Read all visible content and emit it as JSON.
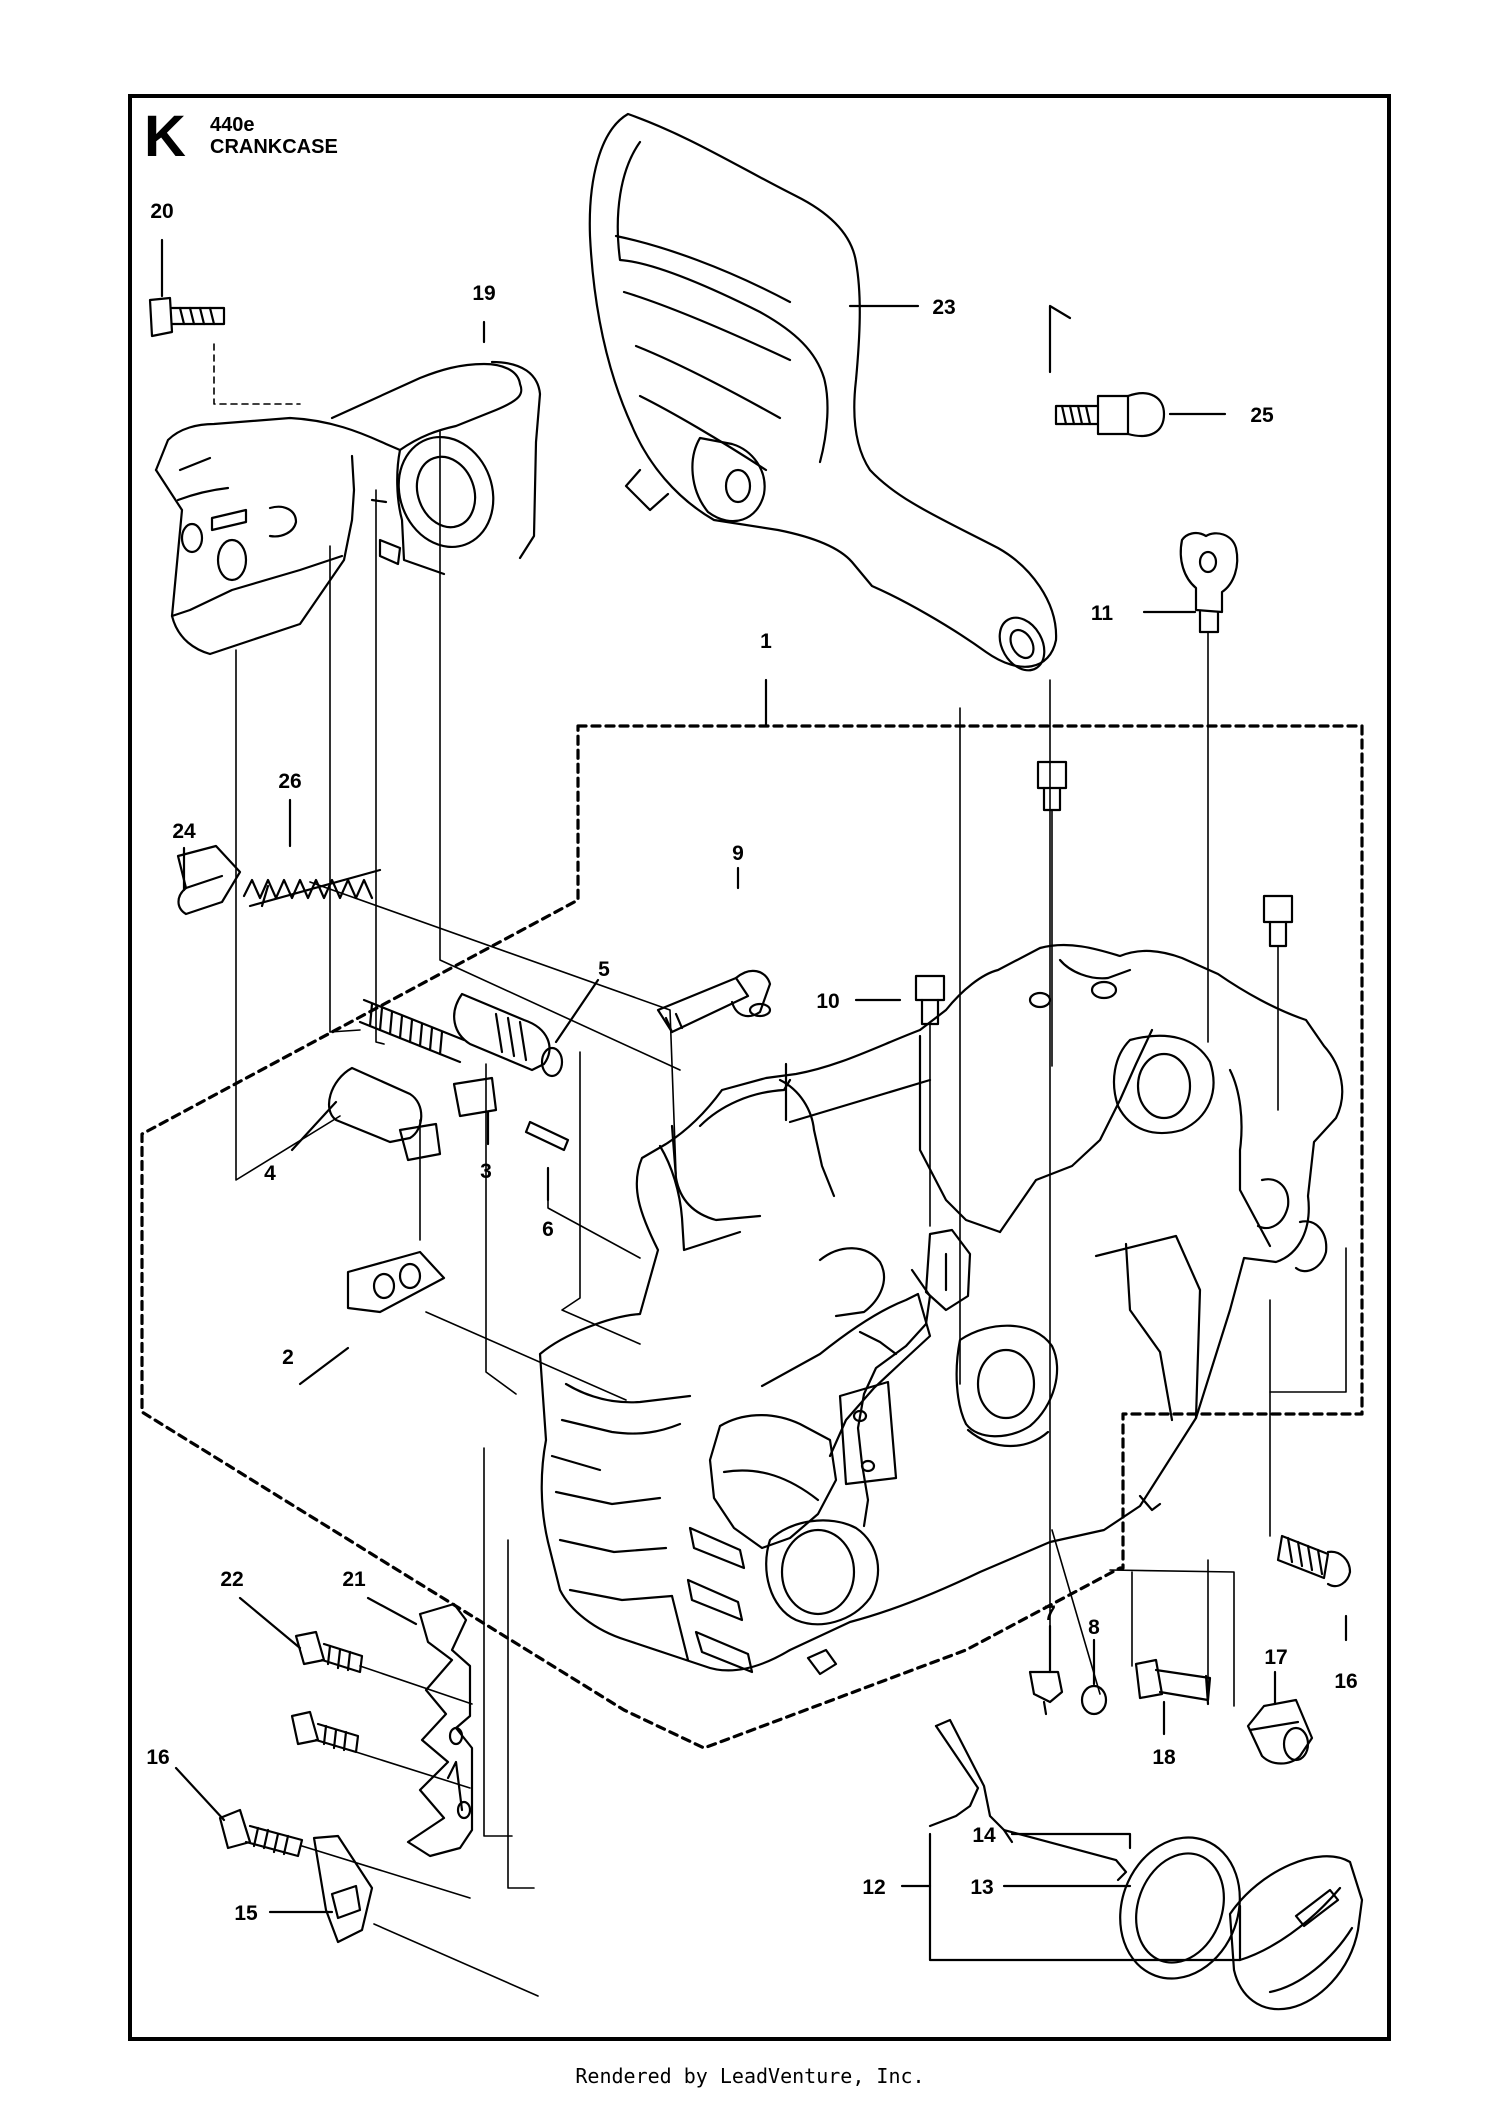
{
  "header": {
    "section_letter": "K",
    "model": "440e",
    "title": "CRANKCASE"
  },
  "callouts": [
    {
      "id": "c1",
      "label": "1"
    },
    {
      "id": "c2",
      "label": "2"
    },
    {
      "id": "c3",
      "label": "3"
    },
    {
      "id": "c4",
      "label": "4"
    },
    {
      "id": "c5",
      "label": "5"
    },
    {
      "id": "c6",
      "label": "6"
    },
    {
      "id": "c7",
      "label": "7"
    },
    {
      "id": "c8",
      "label": "8"
    },
    {
      "id": "c9",
      "label": "9"
    },
    {
      "id": "c10",
      "label": "10"
    },
    {
      "id": "c11",
      "label": "11"
    },
    {
      "id": "c12",
      "label": "12"
    },
    {
      "id": "c13",
      "label": "13"
    },
    {
      "id": "c14",
      "label": "14"
    },
    {
      "id": "c15",
      "label": "15"
    },
    {
      "id": "c16a",
      "label": "16"
    },
    {
      "id": "c16b",
      "label": "16"
    },
    {
      "id": "c17",
      "label": "17"
    },
    {
      "id": "c18",
      "label": "18"
    },
    {
      "id": "c19",
      "label": "19"
    },
    {
      "id": "c20",
      "label": "20"
    },
    {
      "id": "c21",
      "label": "21"
    },
    {
      "id": "c22",
      "label": "22"
    },
    {
      "id": "c23",
      "label": "23"
    },
    {
      "id": "c24",
      "label": "24"
    },
    {
      "id": "c25",
      "label": "25"
    },
    {
      "id": "c26",
      "label": "26"
    }
  ],
  "footer": {
    "text": "Rendered by LeadVenture, Inc."
  }
}
